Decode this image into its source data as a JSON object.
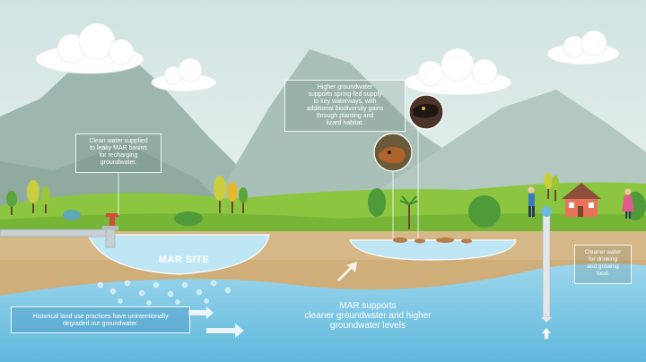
{
  "labels": {
    "clean_water": "Clean water supplied\nto leaky MAR basins\nfor recharging\ngroundwater.",
    "spring_fed": "Higher groundwater\nsupports spring-fed supply\nto key waterways, with\nadditional biodiversity gains\nthrough planting and\nlizard habitat.",
    "mar_site": "MAR SITE",
    "drinking": "Cleaner water\nfor drinking\nand growing\nfood.",
    "historical": "Historical land use practices have unintentionally\ndegraded our groundwater.",
    "mar_supports": "MAR supports\ncleaner groundwater and higher\ngroundwater levels"
  },
  "icons": [
    "cloud-icon",
    "tree-icon",
    "tap-icon",
    "house-icon",
    "person-icon",
    "lizard-photo-icon",
    "arrow-icon",
    "well-pipe-icon"
  ],
  "colors": {
    "sky": "#dbe9e6",
    "mountain": "#9bb3ad",
    "grass": "#8cc640",
    "soil": "#d7b98a",
    "groundwater": "#7ec9e6",
    "basin_water": "#bfe6f4",
    "box_border": "#ffffff"
  }
}
